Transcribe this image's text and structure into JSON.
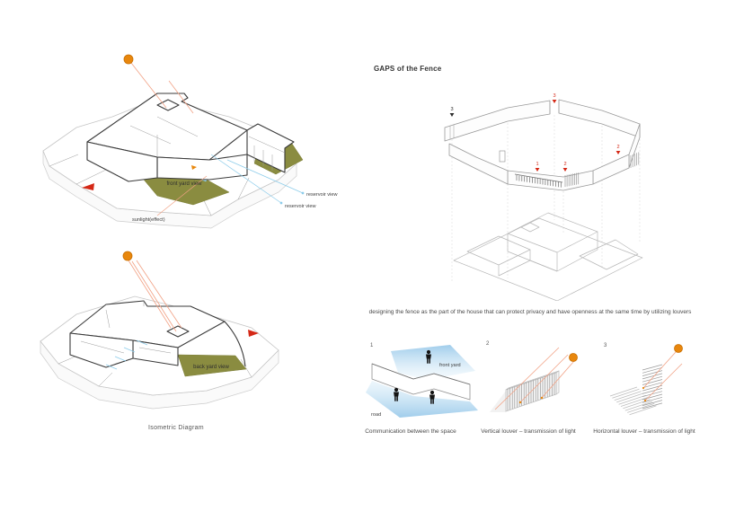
{
  "colors": {
    "sun": "#E8870D",
    "ray": "#F2A285",
    "green": "#8A8C40",
    "water": "#A8DDF2",
    "leader": "#8CCCEA",
    "comm_blue": "#AED4EE",
    "red": "#D42816",
    "marker_black": "#2B2B2B"
  },
  "iso_top": {
    "front_yard_label": "front yard view",
    "reservoir_label_1": "reservoir view",
    "reservoir_label_2": "reservoir view",
    "sunlight_label": "sunlight(effect)"
  },
  "iso_bottom": {
    "back_yard_label": "back yard view",
    "caption": "Isometric Diagram"
  },
  "fence_section": {
    "title": "GAPS of the Fence",
    "description": "designing the fence as the part of the house that can protect privacy and have openness at the same time by utilizing louvers",
    "markers": {
      "left3": "3",
      "top3": "3",
      "right2": "2",
      "mid1": "1",
      "mid2": "2"
    }
  },
  "louver_row": {
    "item1": {
      "num": "1",
      "front_yard": "front yard",
      "road": "road",
      "caption": "Communication between the space"
    },
    "item2": {
      "num": "2",
      "caption": "Vertical louver – transmission of light"
    },
    "item3": {
      "num": "3",
      "caption": "Horizontal louver – transmission of light"
    }
  }
}
